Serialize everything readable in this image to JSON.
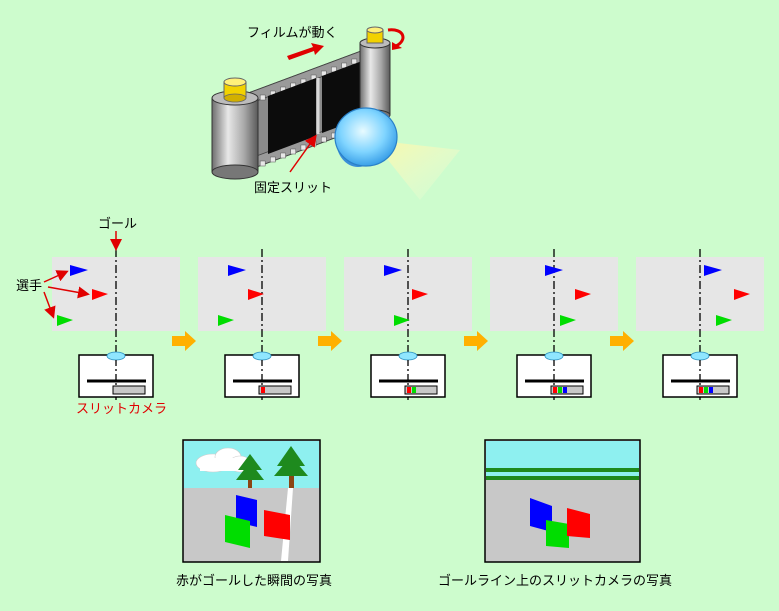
{
  "labels": {
    "film_moves": "フィルムが動く",
    "fixed_slit": "固定スリット",
    "goal": "ゴール",
    "runners": "選手",
    "slit_camera": "スリットカメラ",
    "caption_normal": "赤がゴールした瞬間の写真",
    "caption_slit": "ゴールライン上のスリットカメラの写真"
  },
  "colors": {
    "background": "#cdfccd",
    "panel": "#e6e6e6",
    "runner_red": "#ff0000",
    "runner_blue": "#0000ff",
    "runner_green": "#00dd00",
    "arrow": "#ffb000",
    "lens": "#8fe6ff",
    "sky": "#8ef0f0",
    "ground": "#c8c8c8",
    "label_red": "#e00000"
  },
  "stages": [
    {
      "name": "stage-1",
      "film_strips": []
    },
    {
      "name": "stage-2",
      "film_strips": [
        "red"
      ]
    },
    {
      "name": "stage-3",
      "film_strips": [
        "red",
        "green"
      ]
    },
    {
      "name": "stage-4",
      "film_strips": [
        "red",
        "green",
        "blue"
      ]
    },
    {
      "name": "stage-5",
      "film_strips": [
        "red",
        "green",
        "blue"
      ]
    }
  ]
}
